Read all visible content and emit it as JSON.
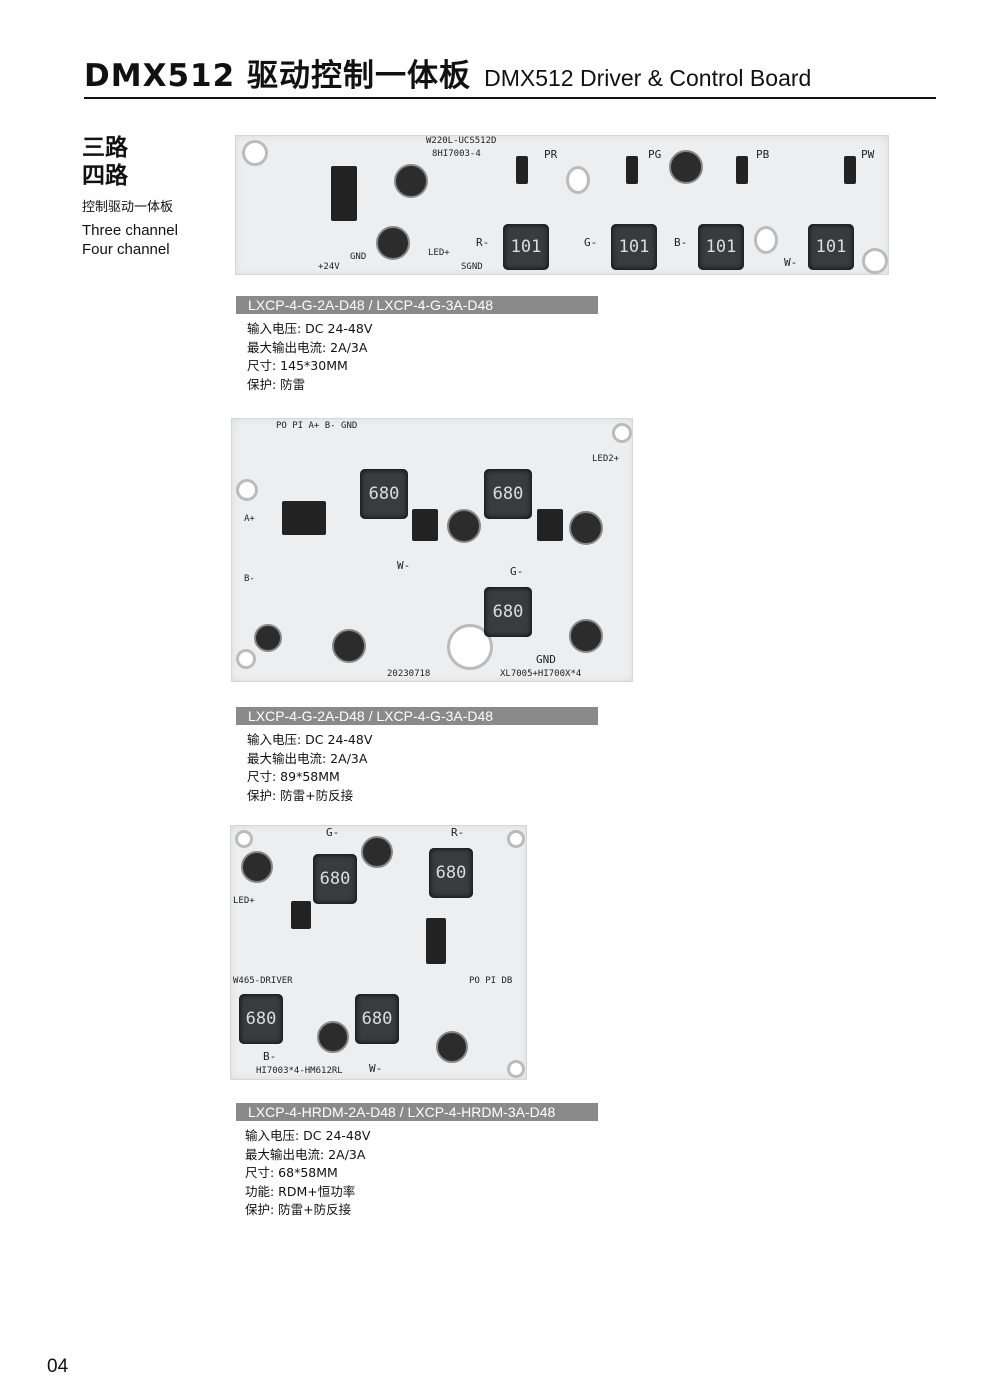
{
  "header": {
    "title_cn": "DMX512 驱动控制一体板",
    "title_en": "DMX512 Driver & Control Board"
  },
  "section": {
    "line1": "三路",
    "line2": "四路",
    "subtitle": "控制驱动一体板",
    "en1": "Three channel",
    "en2": "Four channel"
  },
  "products": [
    {
      "model": "LXCP-4-G-2A-D48 / LXCP-4-G-3A-D48",
      "specs": [
        "输入电压:  DC 24-48V",
        "最大输出电流: 2A/3A",
        "尺寸:  145*30MM",
        "保护:  防雷"
      ],
      "board": {
        "code": "W220L-UCS512D",
        "code2": "8HI7003-4",
        "inductors": [
          "101",
          "101",
          "101",
          "101"
        ],
        "labels": [
          "PR",
          "PG",
          "PB",
          "PW",
          "R-",
          "G-",
          "B-",
          "W-",
          "LED+",
          "+24V",
          "GND",
          "SGND"
        ]
      }
    },
    {
      "model": "LXCP-4-G-2A-D48 / LXCP-4-G-3A-D48",
      "specs": [
        "输入电压:  DC 24-48V",
        "最大输出电流:  2A/3A",
        "尺寸:  89*58MM",
        "保护: 防雷+防反接"
      ],
      "board": {
        "code": "XL7005+HI700X*4",
        "code2": "20230718",
        "inductors": [
          "680",
          "680",
          "680"
        ],
        "labels": [
          "PO PI A+ B- GND",
          "GND",
          "LED2+",
          "A+",
          "B-",
          "W-",
          "G-"
        ]
      }
    },
    {
      "model": "LXCP-4-HRDM-2A-D48 / LXCP-4-HRDM-3A-D48",
      "specs": [
        "输入电压:  DC 24-48V",
        "最大输出电流:  2A/3A",
        "尺寸:  68*58MM",
        "功能:  RDM+恒功率",
        "保护: 防雷+防反接"
      ],
      "board": {
        "code": "HI7003*4-HM612RL",
        "code2": "W465-DRIVER",
        "inductors": [
          "680",
          "680",
          "680",
          "680"
        ],
        "labels": [
          "G-",
          "R-",
          "B-",
          "W-",
          "LED+",
          "PO PI DB"
        ]
      }
    }
  ],
  "page_number": "04"
}
